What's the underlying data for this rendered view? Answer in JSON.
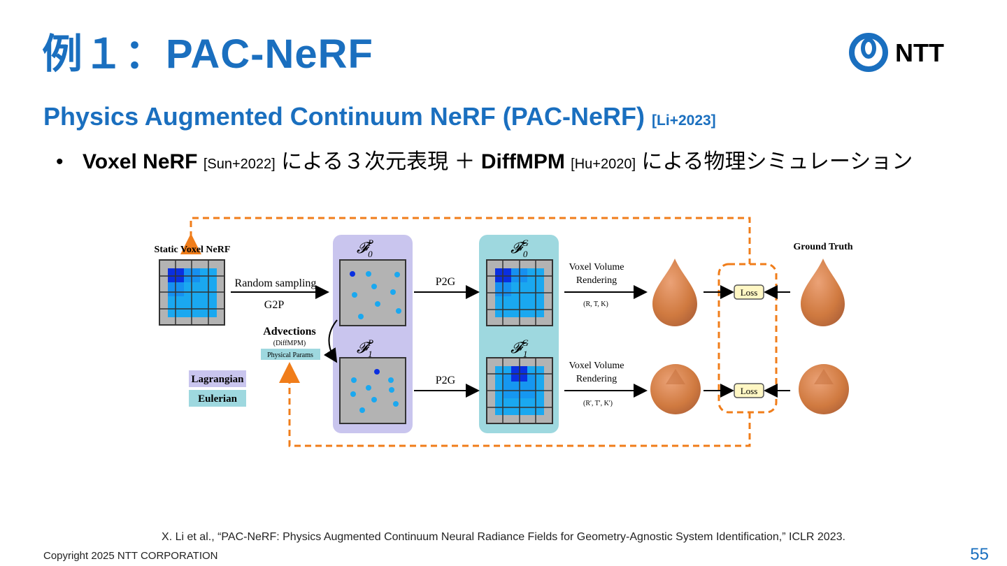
{
  "slide": {
    "title": "例１：PAC-NeRF",
    "logo_text": "NTT",
    "subtitle": "Physics Augmented Continuum NeRF (PAC-NeRF)",
    "subtitle_cite": "[Li+2023]",
    "bullet": {
      "marker": "•",
      "part1": "Voxel NeRF",
      "cite1": "[Sun+2022]",
      "text1": "による３次元表現 ＋ ",
      "part2": "DiffMPM",
      "cite2": "[Hu+2020]",
      "text2": "による物理シミュレーション"
    },
    "reference": "X. Li et al., “PAC-NeRF: Physics Augmented Continuum Neural Radiance Fields for Geometry-Agnostic System Identification,” ICLR 2023.",
    "copyright": "Copyright 2025 NTT CORPORATION",
    "page_number": "55"
  },
  "diagram": {
    "static_voxel": "Static Voxel NeRF",
    "random_sampling": "Random sampling",
    "g2p": "G2P",
    "advections": "Advections",
    "diffmpm": "(DiffMPM)",
    "physical_params": "Physical Params",
    "p2g_top": "P2G",
    "p2g_bottom": "P2G",
    "render_top_1": "Voxel Volume",
    "render_top_2": "Rendering",
    "render_top_params": "(R, T, K)",
    "render_bottom_1": "Voxel Volume",
    "render_bottom_2": "Rendering",
    "render_bottom_params": "(R', T', K')",
    "ground_truth": "Ground Truth",
    "loss_top": "Loss",
    "loss_bottom": "Loss",
    "legend_lagrangian": "Lagrangian",
    "legend_eulerian": "Eulerian",
    "fp0_symbol": "𝓕",
    "fp0_sup": "P",
    "fp0_sub": "0",
    "fp1_symbol": "𝓕",
    "fp1_sup": "P",
    "fp1_sub": "1",
    "fg0_symbol": "𝓕",
    "fg0_sup": "G",
    "fg0_sub": "0",
    "fg1_symbol": "𝓕",
    "fg1_sup": "G",
    "fg1_sub": "1",
    "colors": {
      "title_blue": "#1a6fbf",
      "lagrangian": "#c9c5ee",
      "eulerian": "#9ed8df",
      "dashed_orange": "#f07d1a",
      "voxel_dark": "#0a2fe0",
      "voxel_light": "#1aa8f0",
      "grid_gray": "#b3b3b3",
      "object_orange": "#d9824a",
      "loss_fill": "#fff7c4"
    }
  }
}
